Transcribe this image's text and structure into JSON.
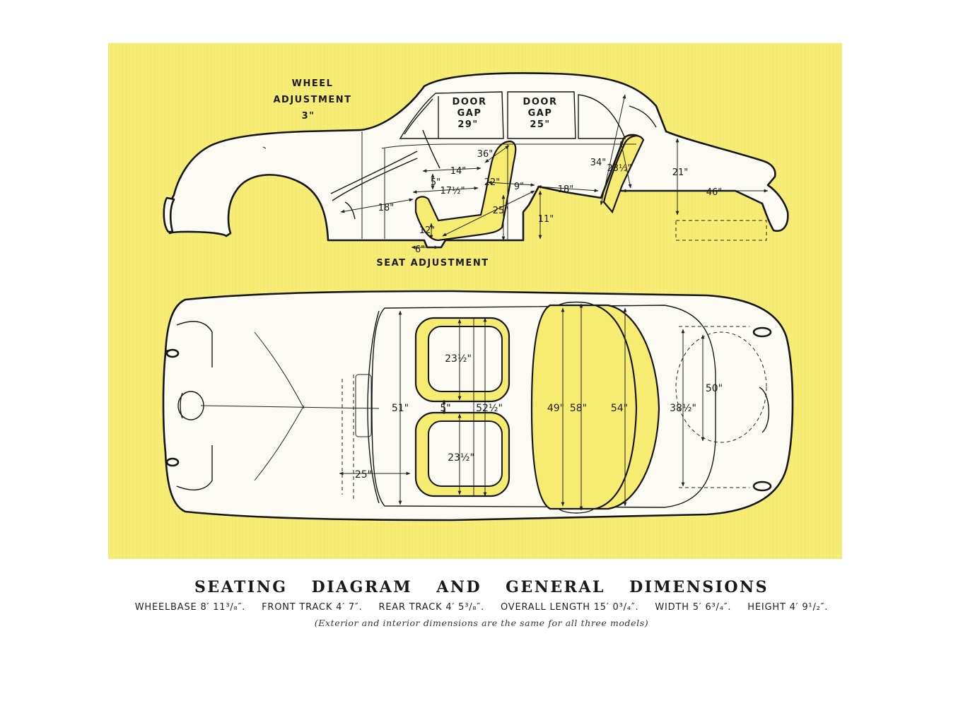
{
  "side_view": {
    "wheel_adjustment_label": "WHEEL",
    "wheel_adjustment_label2": "ADJUSTMENT",
    "wheel_adjustment_value": "3\"",
    "door_gap_front_label1": "DOOR",
    "door_gap_front_label2": "GAP",
    "door_gap_front_value": "29\"",
    "door_gap_rear_label1": "DOOR",
    "door_gap_rear_label2": "GAP",
    "door_gap_rear_value": "25\"",
    "seat_adjustment_label": "SEAT ADJUSTMENT",
    "dims": {
      "d36": "36\"",
      "d14": "14\"",
      "d5": "5\"",
      "d17h": "17½\"",
      "d22": "22\"",
      "d9": "9\"",
      "d18a": "18\"",
      "d18b": "18\"",
      "d25": "25\"",
      "d11": "11\"",
      "d12": "12\"",
      "d6": "6\"",
      "d34": "34\"",
      "d23h": "23½\"",
      "d21": "21\"",
      "d46": "46\""
    }
  },
  "top_view": {
    "dims": {
      "front_seat_1": "23½\"",
      "front_seat_2": "23½\"",
      "d5": "5\"",
      "d52h": "52½\"",
      "d51": "51\"",
      "d25": "25\"",
      "d49": "49\"",
      "d58": "58\"",
      "d54": "54\"",
      "d38h": "38½\"",
      "d50": "50\""
    }
  },
  "caption": {
    "title": "SEATING DIAGRAM AND GENERAL DIMENSIONS",
    "specs": [
      "WHEELBASE 8′ 11³/₈″.",
      "FRONT TRACK 4′ 7″.",
      "REAR TRACK 4′ 5³/₈″.",
      "OVERALL LENGTH 15′ 0³/₄″.",
      "WIDTH 5′ 6³/₄″.",
      "HEIGHT 4′ 9¹/₂″."
    ],
    "note": "(Exterior and interior dimensions are the same for all three models)"
  },
  "colors": {
    "panel": "#f7ec72",
    "line": "#161616",
    "paper": "#ffffff"
  }
}
